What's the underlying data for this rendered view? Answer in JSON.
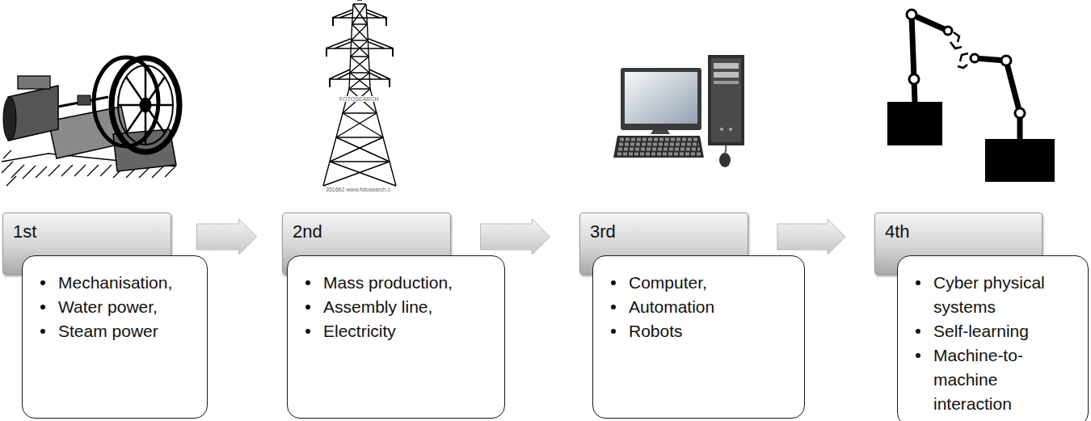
{
  "diagram": {
    "nodes": [
      {
        "text": [
          "1st"
        ]
      },
      {
        "text": [
          "Mechanisation,",
          "Water power,",
          "Steam power"
        ]
      },
      {
        "text": [
          "2nd"
        ]
      },
      {
        "text": [
          "Mass production,",
          "Assembly line,",
          "Electricity"
        ]
      },
      {
        "text": [
          "3rd"
        ]
      },
      {
        "text": [
          "Computer,",
          "Automation",
          "Robots"
        ]
      },
      {
        "text": [
          "4th"
        ]
      },
      {
        "text": [
          "Cyber physical systems",
          "Self-learning",
          "Machine-to-machine interaction"
        ]
      }
    ],
    "edges": [
      {
        "from": 0,
        "to": 2,
        "arrow": "to"
      },
      {
        "from": 2,
        "to": 4,
        "arrow": "to"
      },
      {
        "from": 4,
        "to": 6,
        "arrow": "to"
      }
    ],
    "labels": [
      "FOTOSEARCH",
      "351662 www.fotosearch.c"
    ]
  }
}
